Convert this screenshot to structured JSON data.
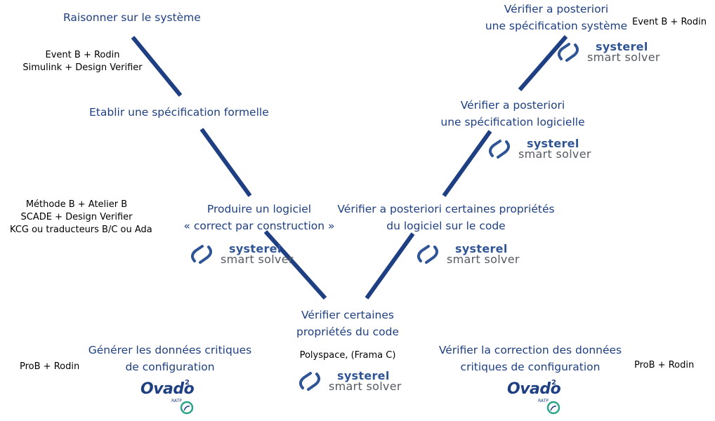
{
  "titles": {
    "reasoning": "Raisonner sur le système",
    "formal_spec": "Etablir une spécification formelle",
    "produce_1": "Produire un logiciel",
    "produce_2": "« correct par construction »",
    "verify_code_1": "Vérifier certaines",
    "verify_code_2": "propriétés du code",
    "verify_props_1": "Vérifier a posteriori certaines propriétés",
    "verify_props_2": "du logiciel sur le code",
    "verify_soft_spec_1": "Vérifier a posteriori",
    "verify_soft_spec_2": "une spécification logicielle",
    "verify_sys_spec_1": "Vérifier a posteriori",
    "verify_sys_spec_2": "une spécification système",
    "gen_data_1": "Générer les données critiques",
    "gen_data_2": "de configuration",
    "check_data_1": "Vérifier la correction des données",
    "check_data_2": "critiques de configuration"
  },
  "notes": {
    "reasoning_tools_1": "Event B + Rodin",
    "reasoning_tools_2": "Simulink + Design Verifier",
    "production_tools_1": "Méthode B + Atelier B",
    "production_tools_2": "SCADE + Design Verifier",
    "production_tools_3": "KCG ou traducteurs B/C ou Ada",
    "code_tools": "Polyspace, (Frama C)",
    "system_spec_tools": "Event B + Rodin",
    "gen_data_tools": "ProB + Rodin",
    "check_data_tools": "ProB + Rodin"
  },
  "logos": {
    "systerel_brand": "systerel",
    "systerel_product": "smart solver",
    "ovado_word": "Ovado",
    "ovado_sup": "2",
    "ovado_ratp": "RATP"
  },
  "colors": {
    "title": "#1e3f82",
    "line": "#1e3f82",
    "note": "#000000",
    "logo_gray": "#555a60"
  }
}
